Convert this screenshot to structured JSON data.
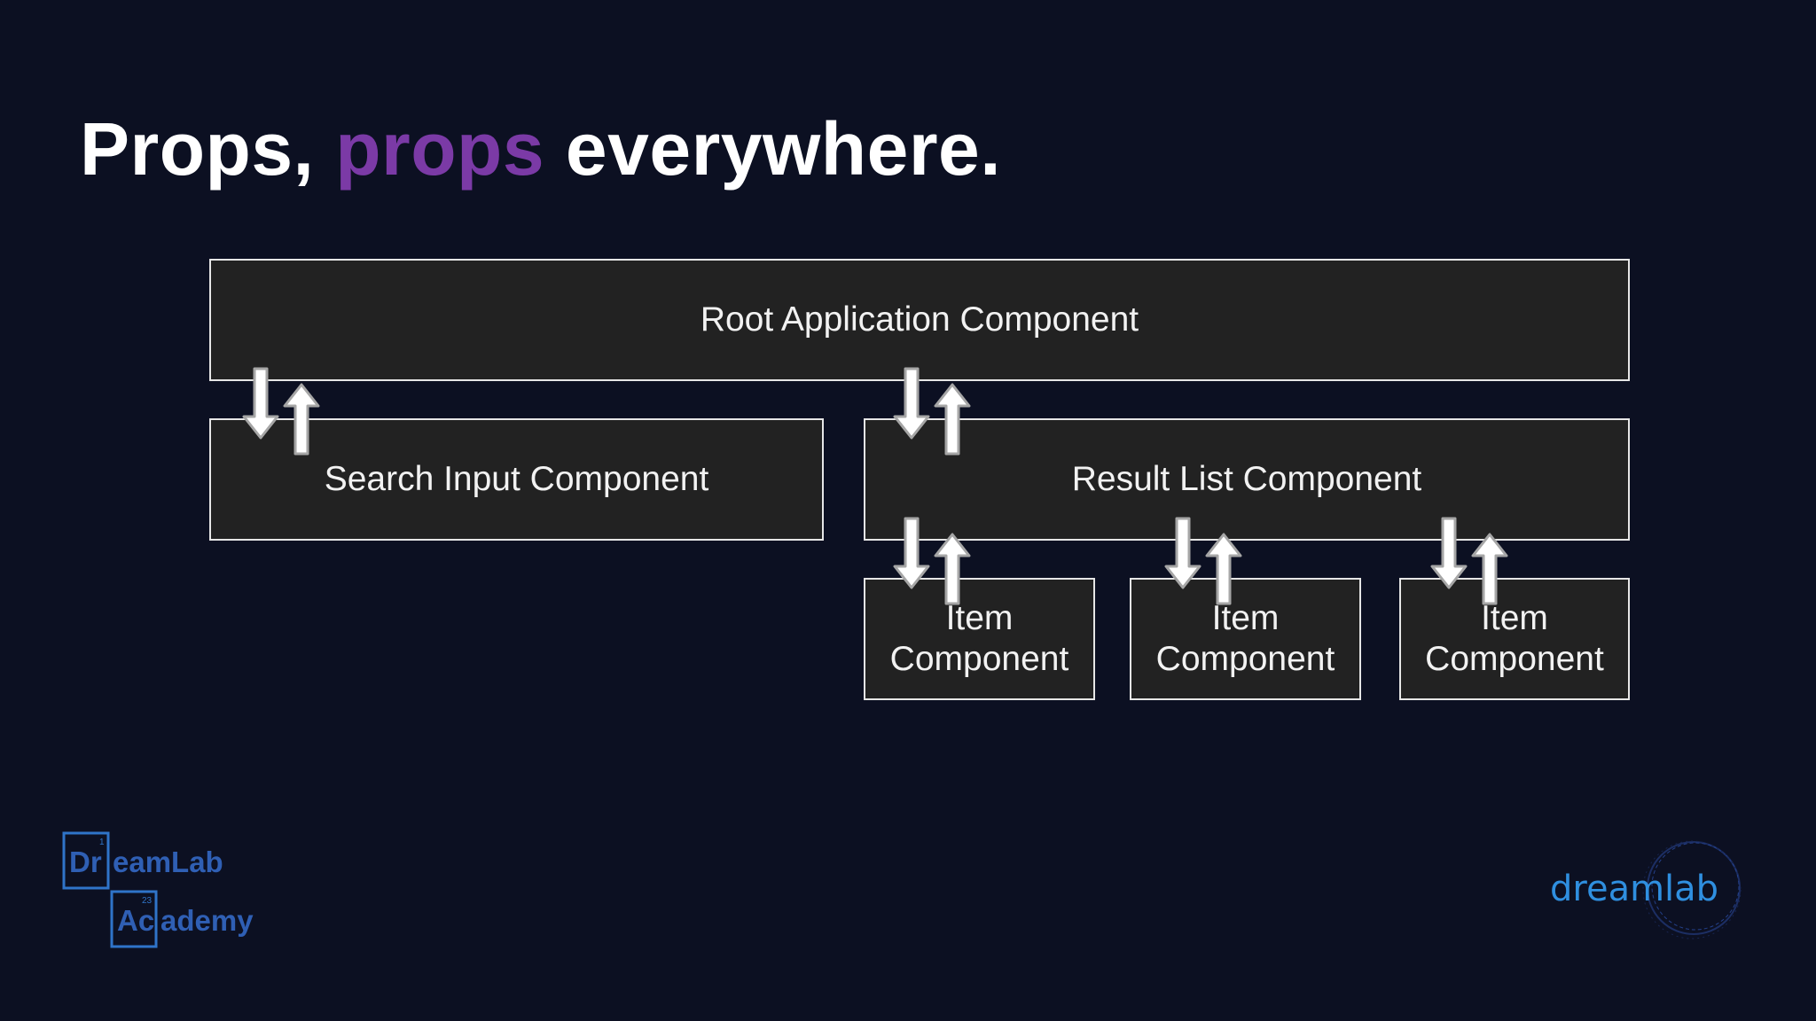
{
  "slide": {
    "title": {
      "part1": "Props, ",
      "accent": "props",
      "part3": " everywhere."
    }
  },
  "diagram": {
    "root": "Root Application Component",
    "search": "Search Input Component",
    "result_list": "Result List Component",
    "items": [
      {
        "line1": "Item",
        "line2": "Component"
      },
      {
        "line1": "Item",
        "line2": "Component"
      },
      {
        "line1": "Item",
        "line2": "Component"
      }
    ],
    "arrow_icon": "bidirectional-arrow-pair"
  },
  "logos": {
    "academy": {
      "letters1": "Dr",
      "rest1": "eamLab",
      "num1": "1",
      "letters2": "Ac",
      "rest2": "ademy",
      "num2": "23"
    },
    "dreamlab": "dreamlab"
  },
  "colors": {
    "background": "#0c1022",
    "accent": "#7b3aa6",
    "box_fill": "#222222",
    "box_border": "#e6e6e6",
    "logo_blue": "#2f74c9"
  }
}
